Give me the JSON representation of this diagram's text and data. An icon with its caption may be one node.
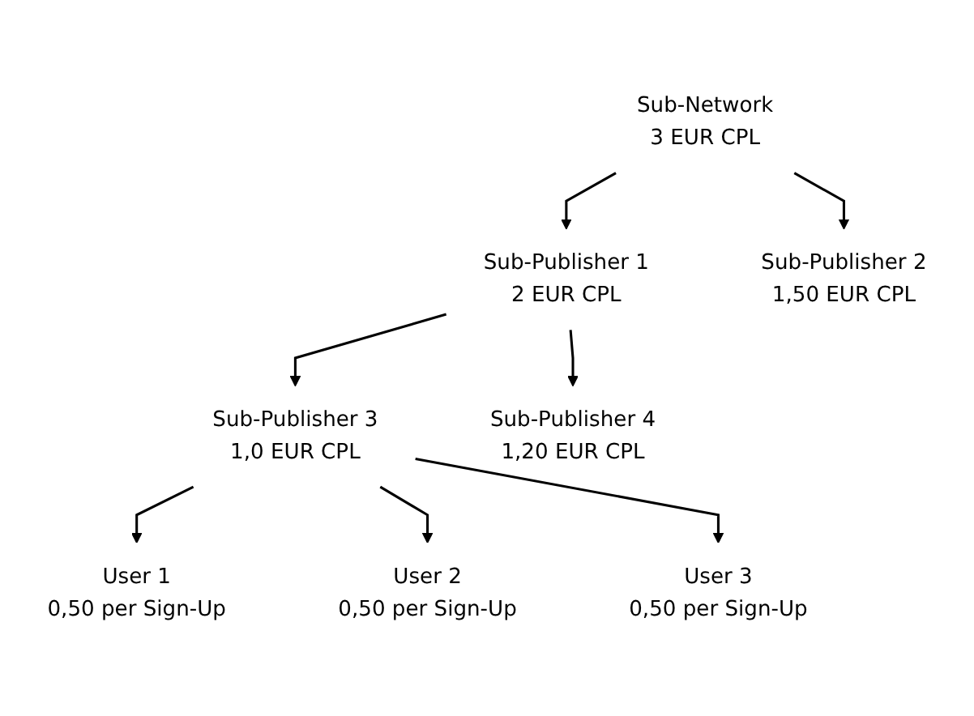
{
  "diagram": {
    "nodes": [
      {
        "text": [
          "Sub-Network",
          "3 EUR CPL"
        ]
      },
      {
        "text": [
          "Sub-Publisher 1",
          "2 EUR CPL"
        ]
      },
      {
        "text": [
          "Sub-Publisher 2",
          "1,50 EUR CPL"
        ]
      },
      {
        "text": [
          "Sub-Publisher 3",
          "1,0 EUR CPL"
        ]
      },
      {
        "text": [
          "Sub-Publisher 4",
          "1,20 EUR CPL"
        ]
      },
      {
        "text": [
          "User 1",
          "0,50 per Sign-Up"
        ]
      },
      {
        "text": [
          "User 2",
          "0,50 per Sign-Up"
        ]
      },
      {
        "text": [
          "User 3",
          "0,50 per Sign-Up"
        ]
      }
    ],
    "edges": [
      {
        "from": 0,
        "to": 1,
        "arrow": "to"
      },
      {
        "from": 0,
        "to": 2,
        "arrow": "to"
      },
      {
        "from": 1,
        "to": 3,
        "arrow": "to"
      },
      {
        "from": 1,
        "to": 4,
        "arrow": "to"
      },
      {
        "from": 3,
        "to": 5,
        "arrow": "to"
      },
      {
        "from": 3,
        "to": 6,
        "arrow": "to"
      },
      {
        "from": 3,
        "to": 7,
        "arrow": "to"
      }
    ]
  }
}
